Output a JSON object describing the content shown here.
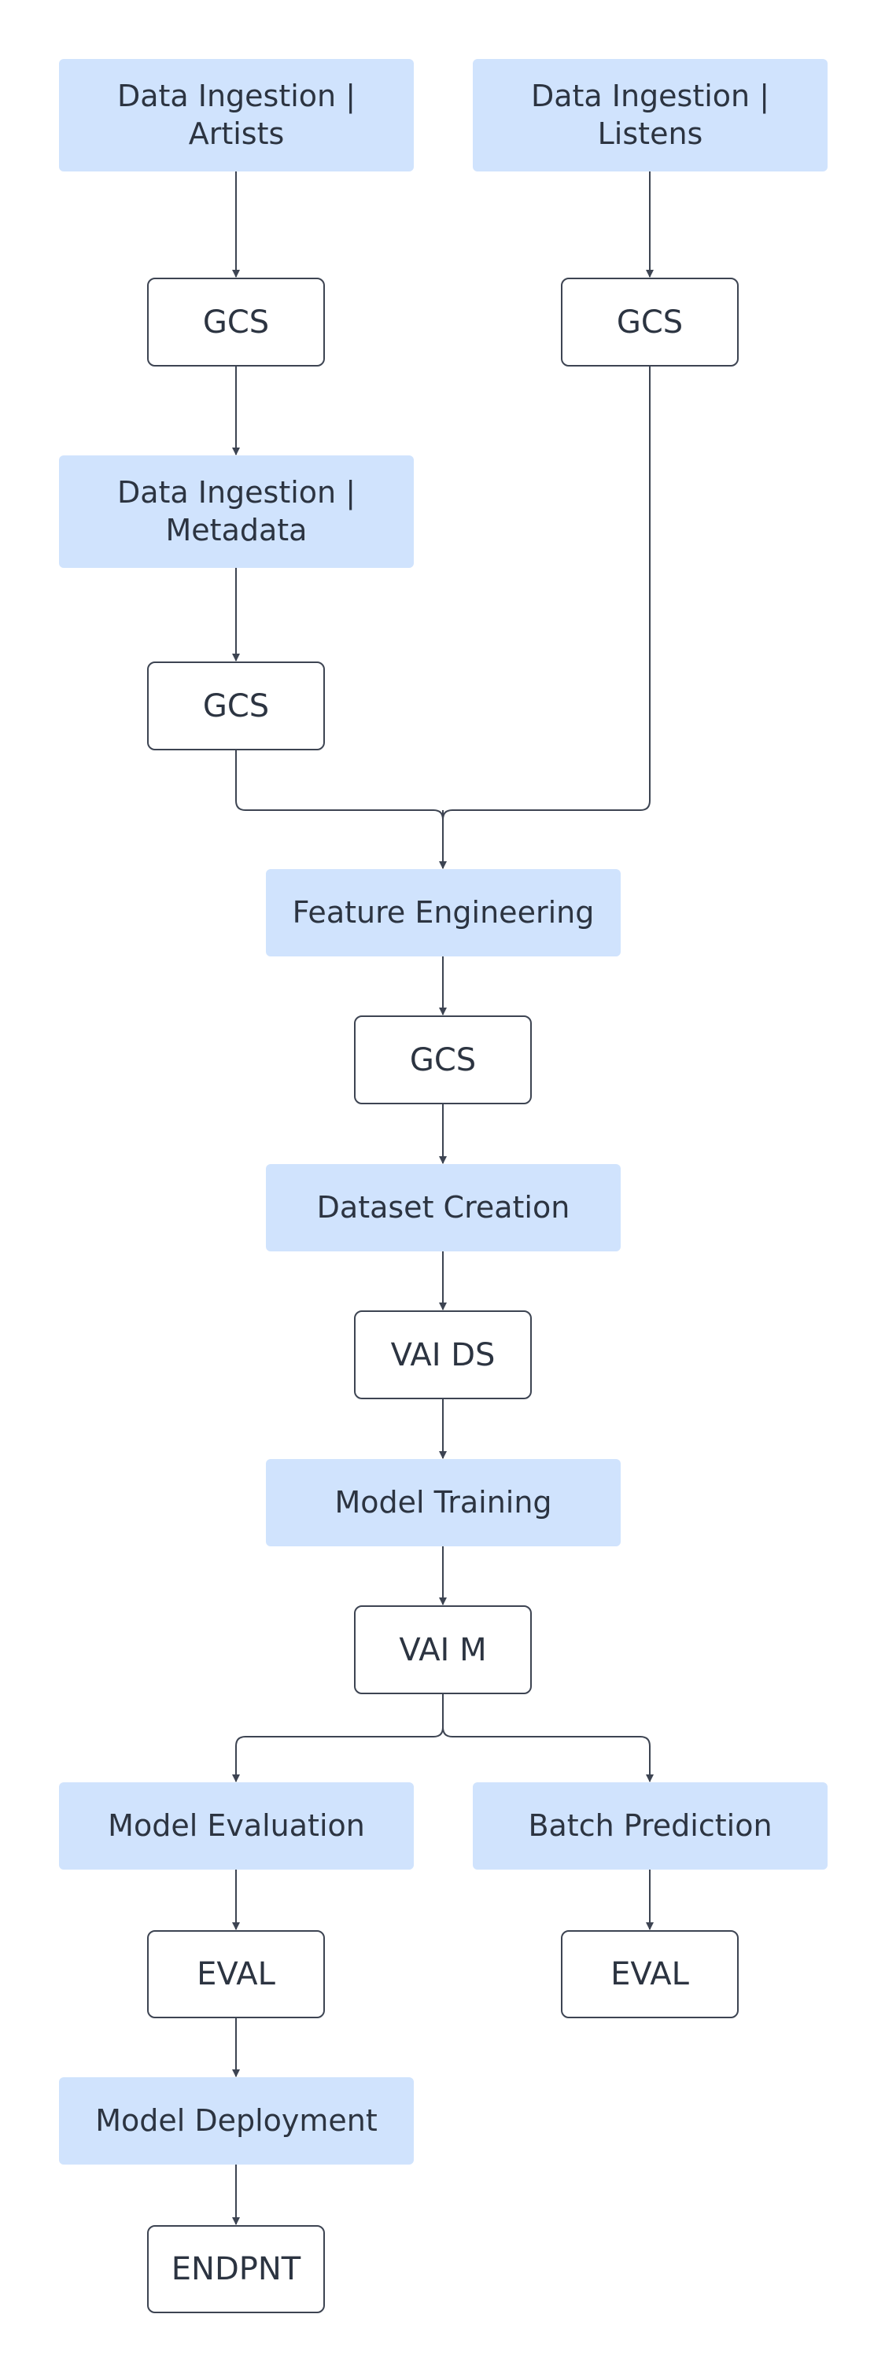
{
  "nodes": {
    "ingest_artists": "Data Ingestion |\nArtists",
    "ingest_listens": "Data Ingestion |\nListens",
    "gcs_artists": "GCS",
    "gcs_listens": "GCS",
    "ingest_metadata": "Data Ingestion |\nMetadata",
    "gcs_metadata": "GCS",
    "feature_engineering": "Feature Engineering",
    "gcs_features": "GCS",
    "dataset_creation": "Dataset Creation",
    "vai_ds": "VAI DS",
    "model_training": "Model Training",
    "vai_m": "VAI M",
    "model_evaluation": "Model Evaluation",
    "batch_prediction": "Batch Prediction",
    "eval_evaluation": "EVAL",
    "eval_batch": "EVAL",
    "model_deployment": "Model Deployment",
    "endpoint": "ENDPNT"
  },
  "colors": {
    "step_fill": "#d0e3fd",
    "store_border": "#3d4452",
    "connector": "#3d4452",
    "text": "#2c3441"
  }
}
